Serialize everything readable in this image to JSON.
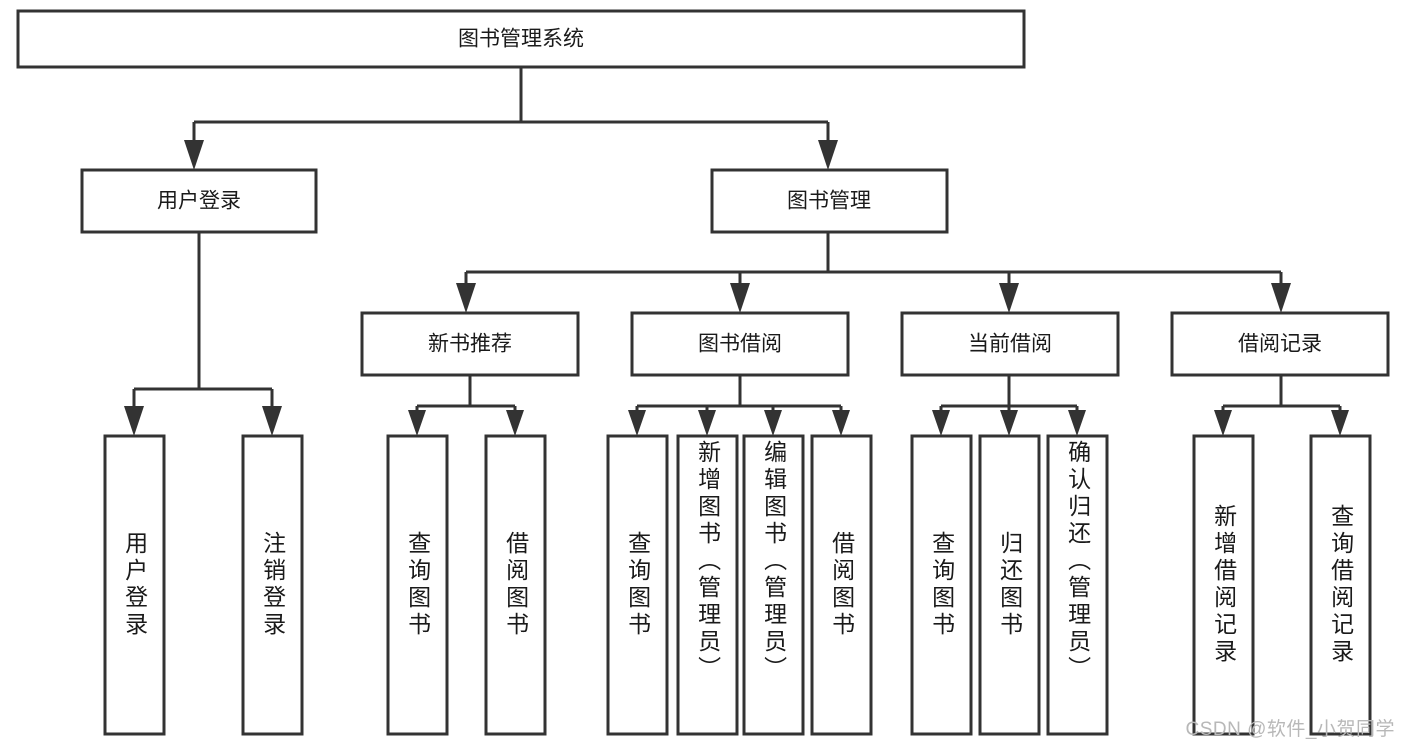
{
  "diagram": {
    "type": "tree",
    "title": "图书管理系统",
    "orientation": "top-down",
    "levels": 4,
    "colors": {
      "box_fill": "#ffffff",
      "box_stroke": "#333333",
      "text": "#1a1a1a",
      "watermark": "#b8b8b8",
      "background": "#ffffff"
    }
  },
  "root": {
    "label": "图书管理系统"
  },
  "level2": [
    {
      "label": "用户登录"
    },
    {
      "label": "图书管理"
    }
  ],
  "level3": [
    {
      "label": "新书推荐"
    },
    {
      "label": "图书借阅"
    },
    {
      "label": "当前借阅"
    },
    {
      "label": "借阅记录"
    }
  ],
  "leaves": {
    "user_login": [
      {
        "label": "用户登录"
      },
      {
        "label": "注销登录"
      }
    ],
    "new_book_recommend": [
      {
        "label": "查询图书"
      },
      {
        "label": "借阅图书"
      }
    ],
    "book_borrow": [
      {
        "label": "查询图书"
      },
      {
        "label": "新增图书（管理员）"
      },
      {
        "label": "编辑图书（管理员）"
      },
      {
        "label": "借阅图书"
      }
    ],
    "current_borrow": [
      {
        "label": "查询图书"
      },
      {
        "label": "归还图书"
      },
      {
        "label": "确认归还（管理员）"
      }
    ],
    "borrow_records": [
      {
        "label": "新增借阅记录"
      },
      {
        "label": "查询借阅记录"
      }
    ]
  },
  "watermark": {
    "text": "CSDN @软件_小贺同学"
  }
}
